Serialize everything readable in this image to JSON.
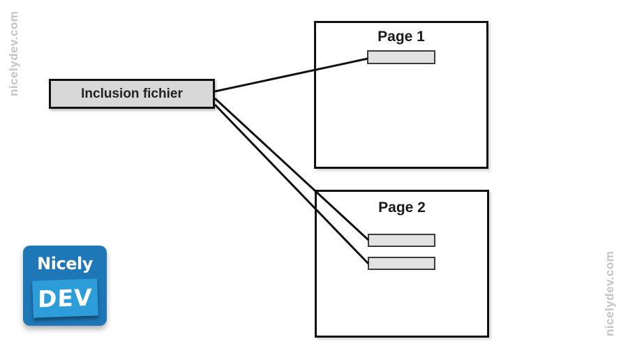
{
  "canvas": {
    "background": "#ffffff"
  },
  "watermarks": {
    "left_text": "nicelydev.com",
    "right_text": "nicelydev.com",
    "color": "#c4c4c4"
  },
  "diagram": {
    "source_box": {
      "label": "Inclusion fichier",
      "fill": "#d8d8d8",
      "border": "#111111"
    },
    "pages": [
      {
        "title": "Page 1",
        "included_blocks": 1
      },
      {
        "title": "Page 2",
        "included_blocks": 2
      }
    ],
    "connectors": [
      {
        "from": "inclusion-fichier-box",
        "to": "page-1-block-1"
      },
      {
        "from": "inclusion-fichier-box",
        "to": "page-2-block-1"
      },
      {
        "from": "inclusion-fichier-box",
        "to": "page-2-block-2"
      }
    ],
    "colors": {
      "connector_line": "#111111",
      "block_fill": "#e2e2e2",
      "block_border": "#3c3c3c",
      "page_fill": "#ffffff",
      "page_border": "#111111"
    }
  },
  "logo": {
    "brand_line1": "Nicely",
    "brand_line2": "DEV",
    "bg_color": "#1e77b6",
    "banner_color": "#2d9dda",
    "text_color": "#ffffff"
  }
}
